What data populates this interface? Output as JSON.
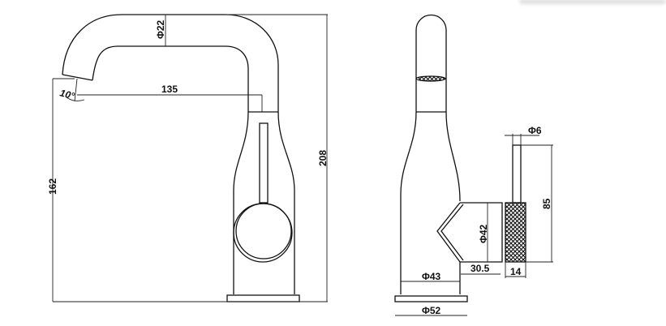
{
  "side_view": {
    "dims": {
      "spout_diameter": "Φ22",
      "spout_reach": "135",
      "spout_angle": "10°",
      "spout_height": "162",
      "total_height": "208"
    }
  },
  "front_view": {
    "dims": {
      "lever_diameter": "Φ6",
      "lever_length": "85",
      "handle_diameter": "Φ42",
      "handle_offset": "30.5",
      "handle_width": "14",
      "body_diameter": "Φ43",
      "base_diameter": "Φ52"
    }
  },
  "colors": {
    "line": "#111111",
    "background": "#ffffff"
  }
}
